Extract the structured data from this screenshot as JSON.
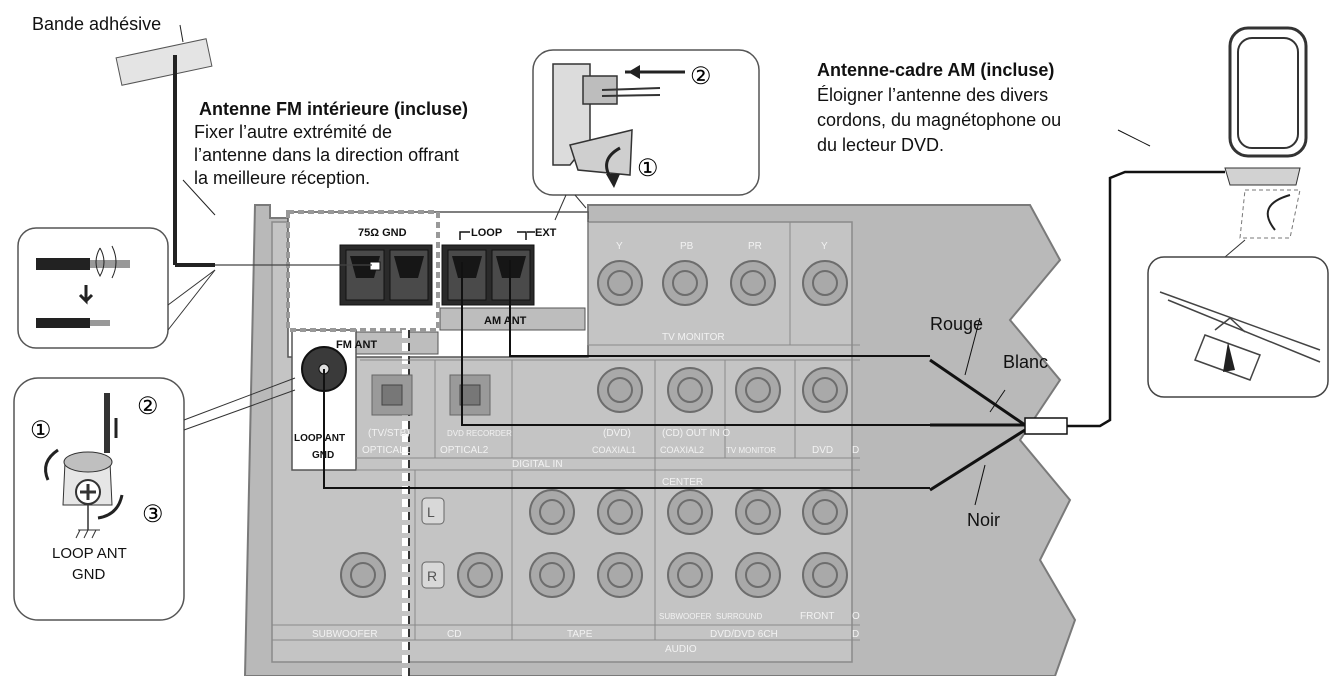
{
  "labels": {
    "tape": "Bande adhésive",
    "fm_title": "Antenne FM intérieure (incluse)",
    "fm_line1": "Fixer l’autre extrémité de",
    "fm_line2": "l’antenne dans la direction offrant",
    "fm_line3": "la meilleure réception.",
    "am_title": "Antenne-cadre AM (incluse)",
    "am_line1": "Éloigner l’antenne des divers",
    "am_line2": "cordons, du magnétophone ou",
    "am_line3": "du lecteur DVD.",
    "rouge": "Rouge",
    "blanc": "Blanc",
    "noir": "Noir",
    "loop_gnd_1": "LOOP ANT",
    "loop_gnd_2": "GND"
  },
  "panel": {
    "ohm_gnd": "75Ω  GND",
    "loop": "LOOP",
    "ext": "EXT",
    "fm_ant": "FM ANT",
    "am_ant": "AM ANT",
    "loop_ant": "LOOP ANT",
    "gnd": "GND",
    "tv_monitor": "TV MONITOR",
    "y": "Y",
    "pb": "PB",
    "pr": "PR",
    "tv_stb": "(TV/STB)",
    "dvd_recorder": "DVD RECORDER",
    "optical1": "OPTICAL1",
    "optical2": "OPTICAL2",
    "dvd_paren": "(DVD)",
    "cd_out_in": "(CD) OUT IN O",
    "coaxial1": "COAXIAL1",
    "coaxial2": "COAXIAL2",
    "tv_monitor_small": "TV MONITOR",
    "dvd": "DVD",
    "d": "D",
    "digital_in": "DIGITAL IN",
    "center": "CENTER",
    "l": "L",
    "r": "R",
    "subwoofer_small": "SUBWOOFER",
    "surround": "SURROUND",
    "front": "FRONT",
    "o": "O",
    "subwoofer": "SUBWOOFER",
    "cd": "CD",
    "tape": "TAPE",
    "dvd_6ch": "DVD/DVD 6CH",
    "audio": "AUDIO"
  },
  "steps": [
    "①",
    "②",
    "③"
  ]
}
